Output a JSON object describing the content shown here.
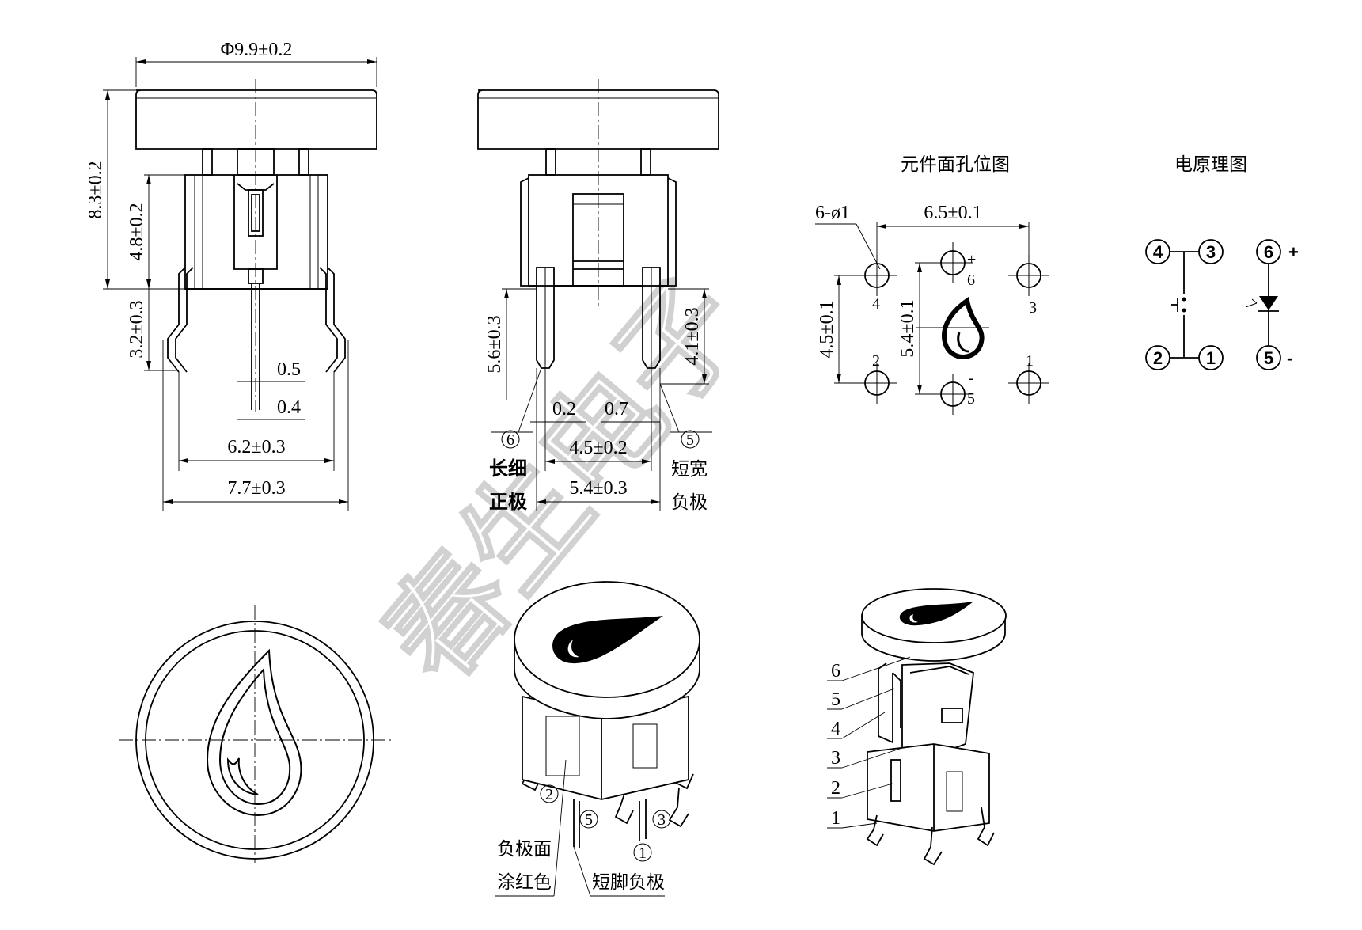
{
  "front_view": {
    "dim_diameter": "Φ9.9±0.2",
    "dim_height_total": "8.3±0.2",
    "dim_body_height": "4.8±0.2",
    "dim_pin_height": "3.2±0.3",
    "dim_pin_w1": "0.5",
    "dim_pin_w2": "0.4",
    "dim_pin_pitch": "6.2±0.3",
    "dim_body_width": "7.7±0.3"
  },
  "side_view": {
    "dim_pin_len_left": "5.6±0.3",
    "dim_pin_len_right": "4.1±0.3",
    "dim_thickness_a": "0.2",
    "dim_thickness_b": "0.7",
    "dim_inner_pitch": "4.5±0.2",
    "dim_outer_pitch": "5.4±0.3",
    "pin_left_num": "6",
    "pin_right_num": "5",
    "label_left_1": "长细",
    "label_left_2": "正极",
    "label_right_1": "短宽",
    "label_right_2": "负极"
  },
  "hole_layout": {
    "title": "元件面孔位图",
    "holes_label": "6-ø1",
    "dim_h_spacing": "6.5±0.1",
    "dim_v_spacing_left": "4.5±0.1",
    "dim_v_spacing_mid": "5.4±0.1",
    "hole_labels": [
      "4",
      "6",
      "3",
      "2",
      "5",
      "1"
    ],
    "plus": "+",
    "minus": "-"
  },
  "schematic": {
    "title": "电原理图",
    "pins": [
      "4",
      "3",
      "2",
      "1",
      "6",
      "5"
    ],
    "plus": "+",
    "minus": "-"
  },
  "iso_view_1": {
    "pin_labels": [
      "2",
      "5",
      "3",
      "1"
    ],
    "note_1_line1": "负极面",
    "note_1_line2": "涂红色",
    "note_2": "短脚负极"
  },
  "iso_view_2": {
    "part_numbers": [
      "6",
      "5",
      "4",
      "3",
      "2",
      "1"
    ]
  },
  "watermark": "春生电子"
}
